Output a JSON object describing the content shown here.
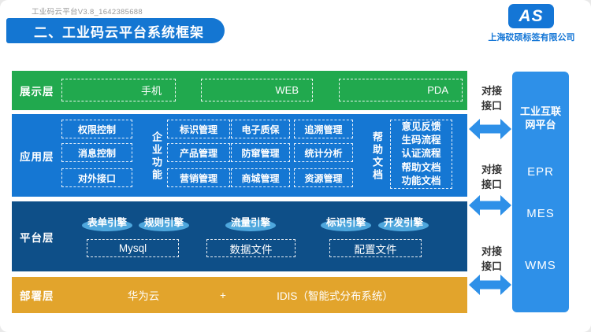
{
  "header": {
    "version": "工业码云平台V3.8_1642385688",
    "title": "二、工业码云平台系统框架"
  },
  "brand": {
    "monogram": "AS",
    "company": "上海砹硕标签有限公司"
  },
  "layers": {
    "presentation": {
      "label": "展示层",
      "items": [
        "手机",
        "WEB",
        "PDA"
      ]
    },
    "application": {
      "label": "应用层",
      "control_items": [
        "权限控制",
        "消息控制",
        "对外接口"
      ],
      "enterprise_label": "企业功能",
      "enterprise_col1": [
        "标识管理",
        "产品管理",
        "营销管理"
      ],
      "enterprise_col2": [
        "电子质保",
        "防窜管理",
        "商城管理"
      ],
      "enterprise_col3": [
        "追溯管理",
        "统计分析",
        "资源管理"
      ],
      "help_label": "帮助文档",
      "help_items": [
        "意见反馈",
        "生码流程",
        "认证流程",
        "帮助文档",
        "功能文档"
      ]
    },
    "platform": {
      "label": "平台层",
      "engines": [
        "表单引擎",
        "规则引擎",
        "流量引擎",
        "标识引擎",
        "开发引擎"
      ],
      "stores": [
        "Mysql",
        "数据文件",
        "配置文件"
      ]
    },
    "deployment": {
      "label": "部署层",
      "cloud": "华为云",
      "plus": "+",
      "idis": "IDIS（智能式分布系统）"
    }
  },
  "interface": {
    "line1": "对接",
    "line2": "接口"
  },
  "external": {
    "platform": "工业互联网平台",
    "systems": [
      "EPR",
      "MES",
      "WMS"
    ]
  },
  "colors": {
    "title_blue": "#1476D2",
    "layer_green": "#21A94E",
    "layer_blue": "#1577D3",
    "layer_navy": "#0E4F88",
    "layer_orange": "#E2A42C",
    "external_blue": "#2E90E8",
    "engine_pill": "#4EA7DD"
  }
}
